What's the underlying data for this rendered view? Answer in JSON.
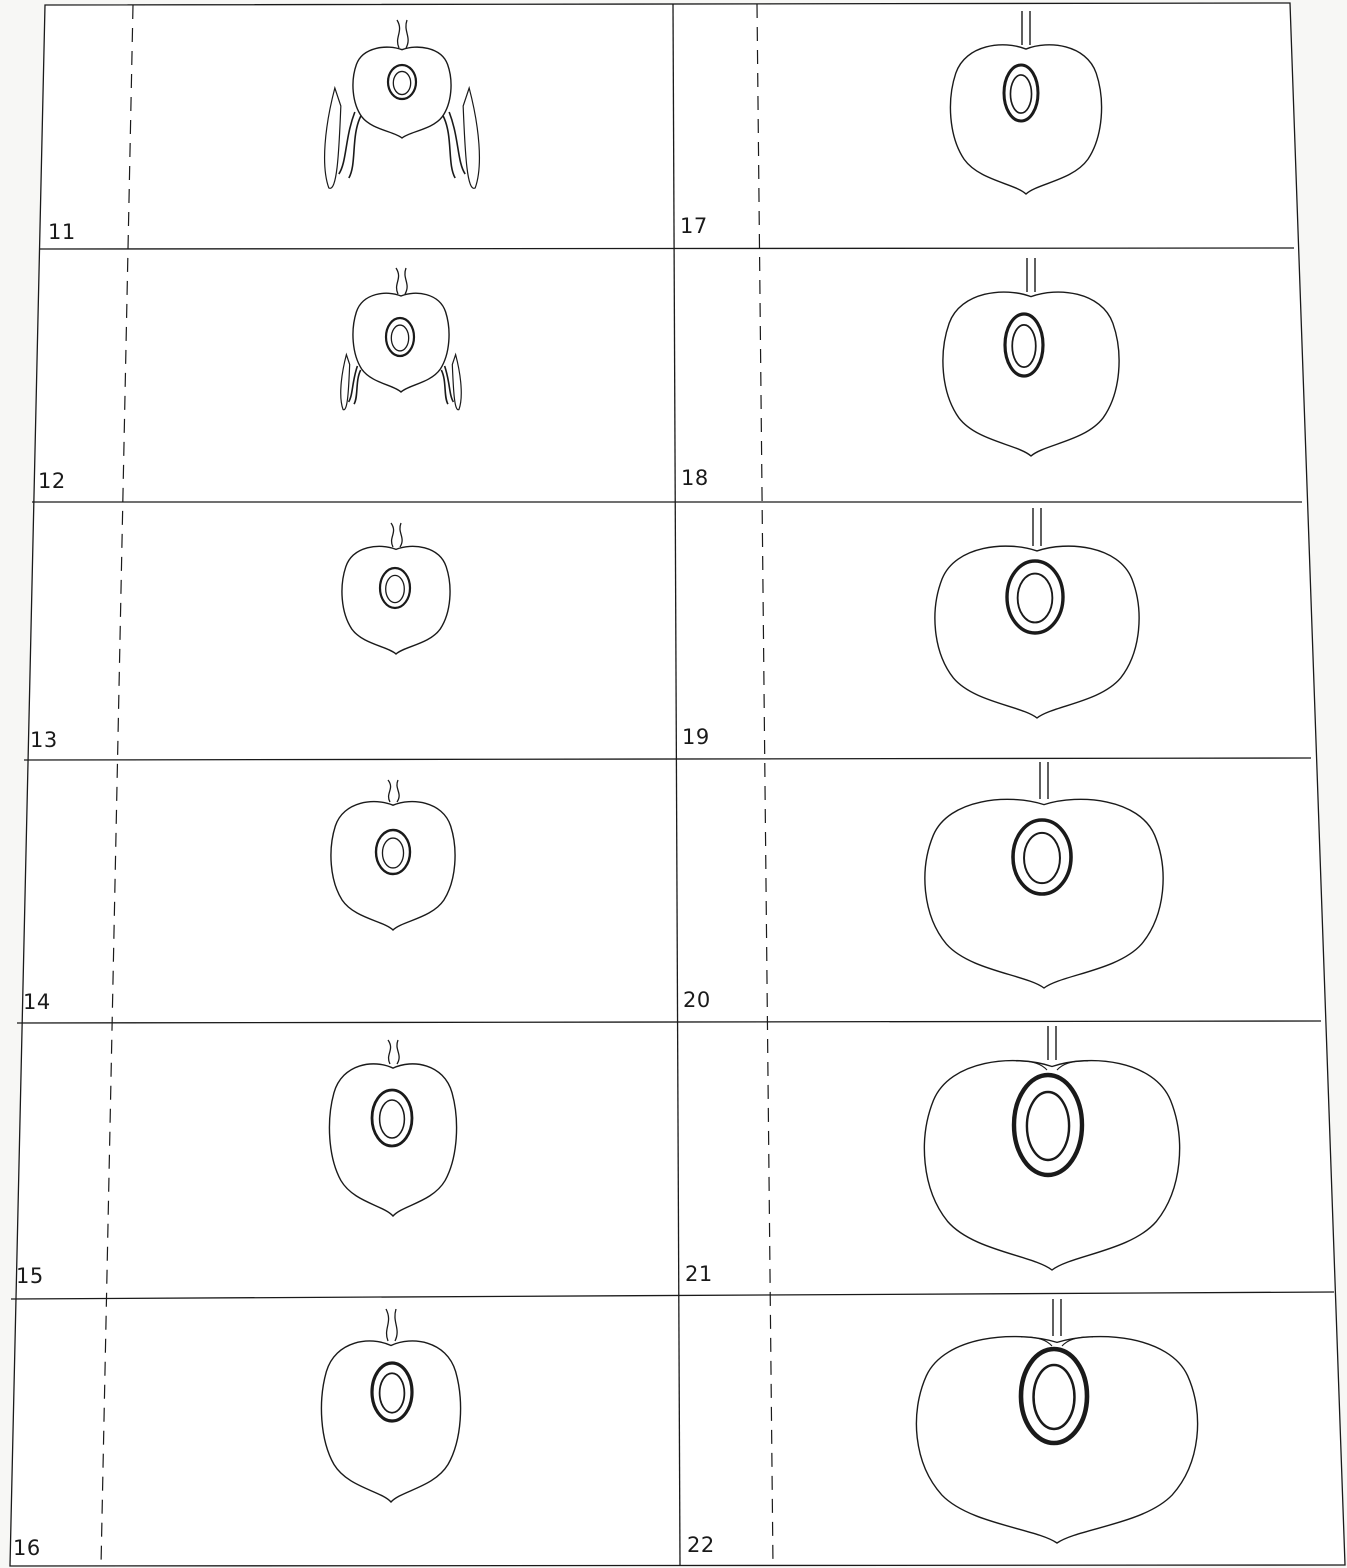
{
  "figure": {
    "colors": {
      "paper": "#ffffff",
      "ink": "#1a1a1a"
    },
    "panels": [
      {
        "label": "11",
        "column": "left",
        "stage": 11
      },
      {
        "label": "12",
        "column": "left",
        "stage": 12
      },
      {
        "label": "13",
        "column": "left",
        "stage": 13
      },
      {
        "label": "14",
        "column": "left",
        "stage": 14
      },
      {
        "label": "15",
        "column": "left",
        "stage": 15
      },
      {
        "label": "16",
        "column": "left",
        "stage": 16
      },
      {
        "label": "17",
        "column": "right",
        "stage": 17
      },
      {
        "label": "18",
        "column": "right",
        "stage": 18
      },
      {
        "label": "19",
        "column": "right",
        "stage": 19
      },
      {
        "label": "20",
        "column": "right",
        "stage": 20
      },
      {
        "label": "21",
        "column": "right",
        "stage": 21
      },
      {
        "label": "22",
        "column": "right",
        "stage": 22
      }
    ]
  }
}
